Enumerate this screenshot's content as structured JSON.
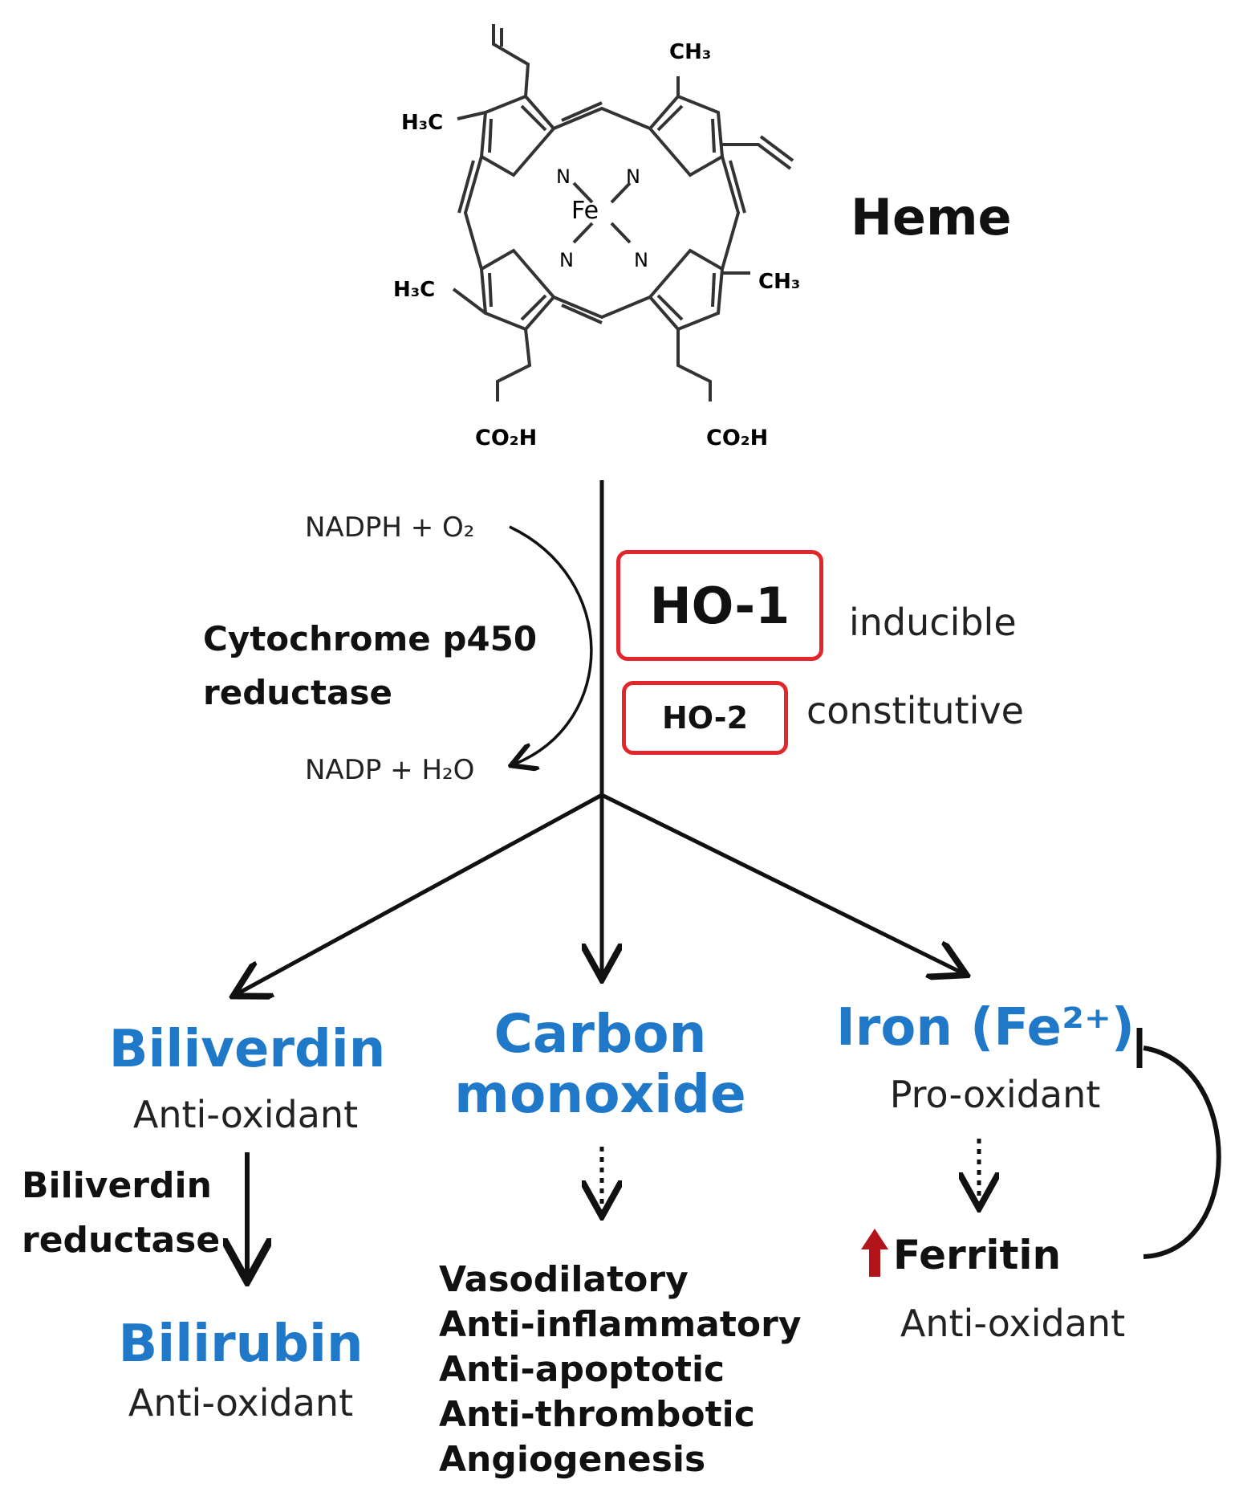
{
  "heme": {
    "title": "Heme",
    "atoms": {
      "fe": "Fe",
      "n": "N",
      "ch3_top": "CH₃",
      "ch3_right": "CH₃",
      "h3c_left_top": "H₃C",
      "h3c_left_bottom": "H₃C",
      "co2h_left": "CO₂H",
      "co2h_right": "CO₂H"
    }
  },
  "cofactor": {
    "input": "NADPH + O₂",
    "output": "NADP + H₂O",
    "enzyme_line1": "Cytochrome p450",
    "enzyme_line2": "reductase"
  },
  "isoforms": {
    "ho1": {
      "label": "HO-1",
      "type": "inducible"
    },
    "ho2": {
      "label": "HO-2",
      "type": "constitutive"
    }
  },
  "products": {
    "biliverdin": {
      "name": "Biliverdin",
      "property": "Anti-oxidant"
    },
    "enzyme_line1": "Biliverdin",
    "enzyme_line2": "reductase",
    "bilirubin": {
      "name": "Bilirubin",
      "property": "Anti-oxidant"
    },
    "carbon_monoxide": {
      "name_line1": "Carbon",
      "name_line2": "monoxide",
      "effects": [
        "Vasodilatory",
        "Anti-inflammatory",
        "Anti-apoptotic",
        "Anti-thrombotic",
        "Angiogenesis"
      ]
    },
    "iron": {
      "name": "Iron (Fe²⁺)",
      "property": "Pro-oxidant"
    },
    "ferritin": {
      "name": "Ferritin",
      "property": "Anti-oxidant"
    }
  },
  "colors": {
    "accent_blue": "#1f78c8",
    "box_red": "#e3262b",
    "up_arrow_red": "#b3141a"
  }
}
